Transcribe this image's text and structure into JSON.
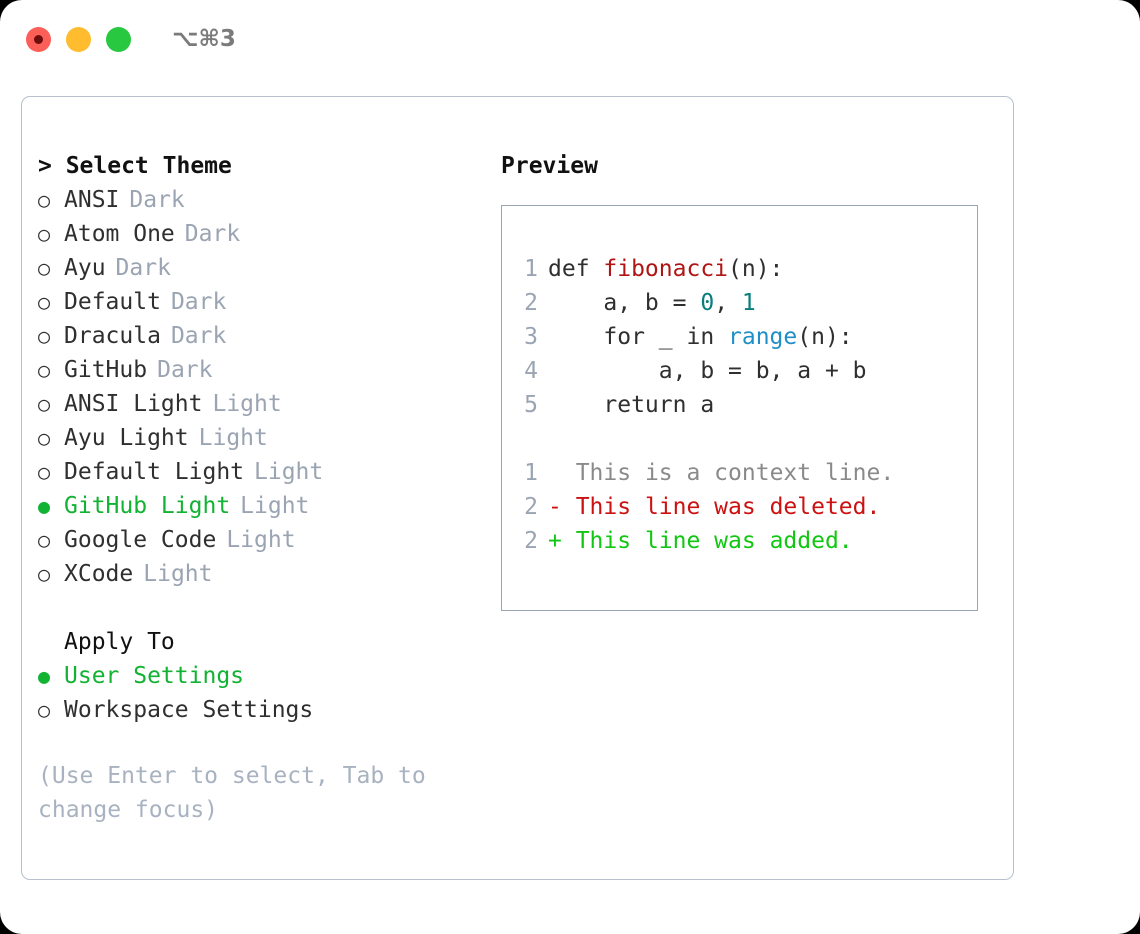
{
  "titlebar": {
    "shortcut": "⌥⌘3",
    "dots": [
      "close-red",
      "minimize-yellow",
      "maximize-green"
    ]
  },
  "theme_list": {
    "title": "> Select Theme",
    "items": [
      {
        "bullet": "○",
        "label": "ANSI",
        "category": "Dark",
        "selected": false
      },
      {
        "bullet": "○",
        "label": "Atom One",
        "category": "Dark",
        "selected": false
      },
      {
        "bullet": "○",
        "label": "Ayu",
        "category": "Dark",
        "selected": false
      },
      {
        "bullet": "○",
        "label": "Default",
        "category": "Dark",
        "selected": false
      },
      {
        "bullet": "○",
        "label": "Dracula",
        "category": "Dark",
        "selected": false
      },
      {
        "bullet": "○",
        "label": "GitHub",
        "category": "Dark",
        "selected": false
      },
      {
        "bullet": "○",
        "label": "ANSI Light",
        "category": "Light",
        "selected": false
      },
      {
        "bullet": "○",
        "label": "Ayu Light",
        "category": "Light",
        "selected": false
      },
      {
        "bullet": "○",
        "label": "Default Light",
        "category": "Light",
        "selected": false
      },
      {
        "bullet": "●",
        "label": "GitHub Light",
        "category": "Light",
        "selected": true
      },
      {
        "bullet": "○",
        "label": "Google Code",
        "category": "Light",
        "selected": false
      },
      {
        "bullet": "○",
        "label": "XCode",
        "category": "Light",
        "selected": false
      }
    ]
  },
  "apply_to": {
    "title": "Apply To",
    "options": [
      {
        "bullet": "●",
        "label": "User Settings",
        "selected": true
      },
      {
        "bullet": "○",
        "label": "Workspace Settings",
        "selected": false
      }
    ]
  },
  "hint": "(Use Enter to select, Tab to change focus)",
  "preview": {
    "title": "Preview",
    "code_lines": [
      {
        "number": "1",
        "segments": [
          {
            "text": "def ",
            "kind": "plain"
          },
          {
            "text": "fibonacci",
            "kind": "fn"
          },
          {
            "text": "(n):",
            "kind": "plain"
          }
        ]
      },
      {
        "number": "2",
        "segments": [
          {
            "text": "    a, b = ",
            "kind": "plain"
          },
          {
            "text": "0",
            "kind": "num"
          },
          {
            "text": ", ",
            "kind": "plain"
          },
          {
            "text": "1",
            "kind": "num"
          }
        ]
      },
      {
        "number": "3",
        "segments": [
          {
            "text": "    for _ in ",
            "kind": "plain"
          },
          {
            "text": "range",
            "kind": "call"
          },
          {
            "text": "(n):",
            "kind": "plain"
          }
        ]
      },
      {
        "number": "4",
        "segments": [
          {
            "text": "        a, b = b, a + b",
            "kind": "plain"
          }
        ]
      },
      {
        "number": "5",
        "segments": [
          {
            "text": "    return a",
            "kind": "plain"
          }
        ]
      }
    ],
    "diff_lines": [
      {
        "number": "1",
        "marker": " ",
        "text": " This is a context line.",
        "kind": "ctx"
      },
      {
        "number": "2",
        "marker": "-",
        "text": " This line was deleted.",
        "kind": "del"
      },
      {
        "number": "2",
        "marker": "+",
        "text": " This line was added.",
        "kind": "add"
      }
    ]
  },
  "colors": {
    "selected_green": "#12b233",
    "diff_added": "#11c711",
    "diff_deleted": "#cc1111",
    "category_gray": "#9aa4b2",
    "function_red": "#b01515",
    "number_teal": "#0a7d7d",
    "call_blue": "#1f8fc7",
    "border": "#b7c0cc"
  }
}
